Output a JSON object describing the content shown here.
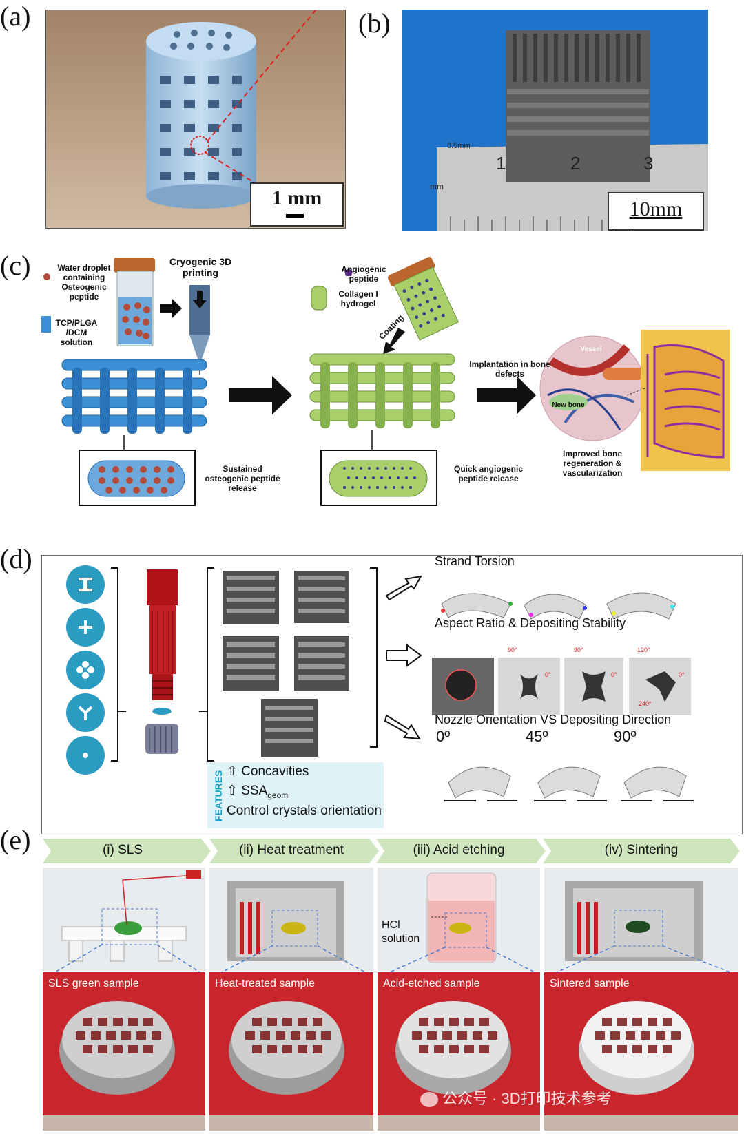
{
  "panels": {
    "a": {
      "label": "(a)",
      "scale": "1 mm"
    },
    "b": {
      "label": "(b)",
      "scale": "10mm",
      "ruler_marks": [
        "0.5mm",
        "1",
        "2",
        "3",
        "mm"
      ]
    },
    "c": {
      "label": "(c)",
      "water_droplet": "Water droplet containing Osteogenic peptide",
      "tcp_solution": "TCP/PLGA /DCM solution",
      "cryogenic": "Cryogenic 3D printing",
      "angiogenic": "Angiogenic peptide",
      "collagen": "Collagen I hydrogel",
      "coating": "Coating",
      "implantation": "Implantation in bone defects",
      "vessel": "Vessel",
      "new_bone": "New bone",
      "sustained": "Sustained osteogenic peptide release",
      "quick": "Quick angiogenic peptide release",
      "improved": "Improved bone regeneration & vascularization"
    },
    "d": {
      "label": "(d)",
      "strand_torsion": "Strand Torsion",
      "aspect_ratio": "Aspect Ratio & Depositing Stability",
      "nozzle_orientation": "Nozzle Orientation VS Depositing Direction",
      "angles": [
        "0º",
        "45º",
        "90º"
      ],
      "features_title": "FEATURES",
      "features": [
        "⇧ Concavities",
        "⇧ SSA",
        "Control crystals orientation"
      ],
      "ssa_sub": "geom",
      "angle_marks": [
        "90°",
        "0°",
        "90°",
        "0°",
        "120°",
        "0°",
        "240°"
      ]
    },
    "e": {
      "label": "(e)",
      "steps": [
        "(i) SLS",
        "(ii) Heat treatment",
        "(iii) Acid etching",
        "(iv) Sintering"
      ],
      "hcl": "HCl solution",
      "samples": [
        "SLS green sample",
        "Heat-treated sample",
        "Acid-etched sample",
        "Sintered sample"
      ]
    }
  },
  "watermark": "公众号 · 3D打印技术参考",
  "colors": {
    "blue_strand": "#3b8fd4",
    "green_strand": "#a9cf6b",
    "teal_icon": "#2a9bc1",
    "red_nozzle": "#b0121a",
    "green_banner": "#cfe5bd",
    "photo_red": "#c8262c"
  }
}
